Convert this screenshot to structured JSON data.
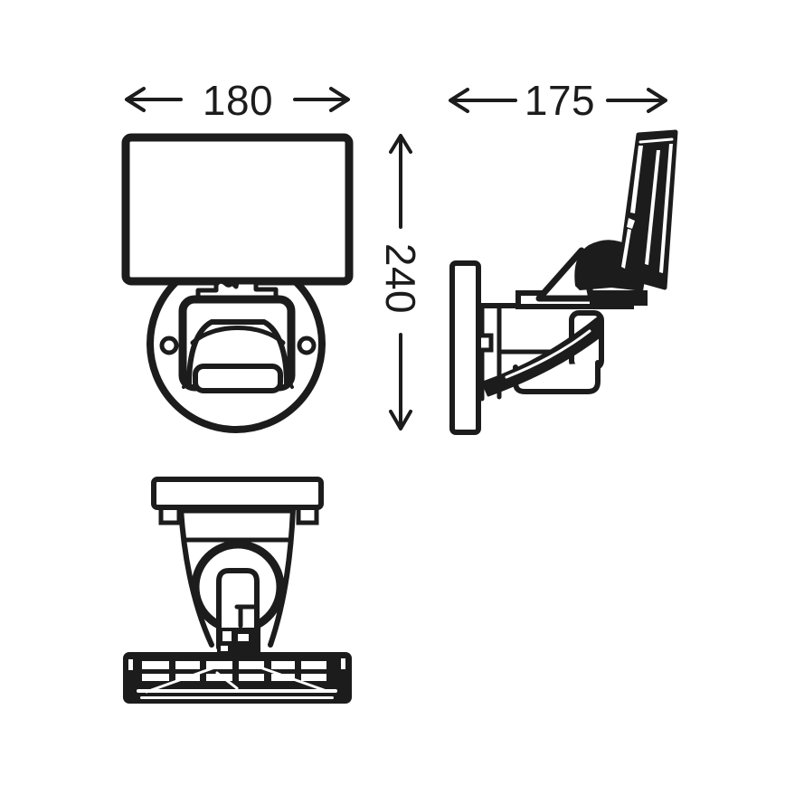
{
  "page": {
    "background": "#ffffff",
    "ink": "#1c1c1c"
  },
  "dimensions": {
    "width": "180",
    "depth": "175",
    "height": "240"
  }
}
